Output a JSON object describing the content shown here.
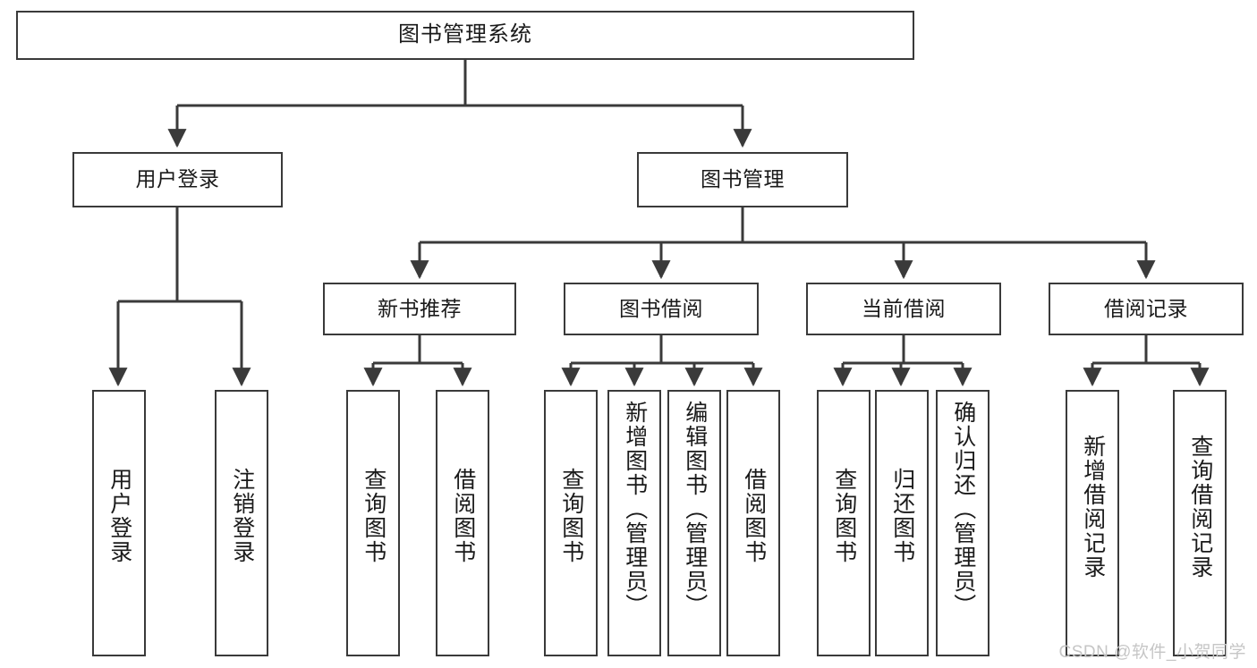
{
  "diagram": {
    "title": "图书管理系统",
    "style": {
      "box_border_color": "#3a3a3a",
      "box_fill_color": "#ffffff",
      "line_color": "#3a3a3a",
      "text_color": "#1a1a1a",
      "watermark_color": "#c6c6c6",
      "background": "#ffffff"
    },
    "levels": {
      "level1": [
        "图书管理系统"
      ],
      "level2": [
        "用户登录",
        "图书管理"
      ],
      "level3": [
        "新书推荐",
        "图书借阅",
        "当前借阅",
        "借阅记录"
      ],
      "level4": [
        "用户登录",
        "注销登录",
        "查询图书",
        "借阅图书",
        "查询图书",
        "新增图书（管理员）",
        "编辑图书（管理员）",
        "借阅图书",
        "查询图书",
        "归还图书",
        "确认归还（管理员）",
        "新增借阅记录",
        "查询借阅记录"
      ]
    },
    "nodes": {
      "root": {
        "label": "图书管理系统"
      },
      "user_login": {
        "label": "用户登录"
      },
      "book_manage": {
        "label": "图书管理"
      },
      "new_book_rec": {
        "label": "新书推荐"
      },
      "book_borrow": {
        "label": "图书借阅"
      },
      "current_borrow": {
        "label": "当前借阅"
      },
      "borrow_record": {
        "label": "借阅记录"
      },
      "leaf_user_login": {
        "label": "用户登录"
      },
      "leaf_logout": {
        "label": "注销登录"
      },
      "leaf_query_book_1": {
        "label": "查询图书"
      },
      "leaf_borrow_book_1": {
        "label": "借阅图书"
      },
      "leaf_query_book_2": {
        "label": "查询图书"
      },
      "leaf_add_book": {
        "label": "新增图书（管理员）"
      },
      "leaf_edit_book": {
        "label": "编辑图书（管理员）"
      },
      "leaf_borrow_book_2": {
        "label": "借阅图书"
      },
      "leaf_query_book_3": {
        "label": "查询图书"
      },
      "leaf_return_book": {
        "label": "归还图书"
      },
      "leaf_confirm_return": {
        "label": "确认归还（管理员）"
      },
      "leaf_add_record": {
        "label": "新增借阅记录"
      },
      "leaf_query_record": {
        "label": "查询借阅记录"
      }
    },
    "edges": [
      {
        "from": "图书管理系统",
        "to": "用户登录"
      },
      {
        "from": "图书管理系统",
        "to": "图书管理"
      },
      {
        "from": "用户登录",
        "to": "用户登录"
      },
      {
        "from": "用户登录",
        "to": "注销登录"
      },
      {
        "from": "图书管理",
        "to": "新书推荐"
      },
      {
        "from": "图书管理",
        "to": "图书借阅"
      },
      {
        "from": "图书管理",
        "to": "当前借阅"
      },
      {
        "from": "图书管理",
        "to": "借阅记录"
      },
      {
        "from": "新书推荐",
        "to": "查询图书"
      },
      {
        "from": "新书推荐",
        "to": "借阅图书"
      },
      {
        "from": "图书借阅",
        "to": "查询图书"
      },
      {
        "from": "图书借阅",
        "to": "新增图书（管理员）"
      },
      {
        "from": "图书借阅",
        "to": "编辑图书（管理员）"
      },
      {
        "from": "图书借阅",
        "to": "借阅图书"
      },
      {
        "from": "当前借阅",
        "to": "查询图书"
      },
      {
        "from": "当前借阅",
        "to": "归还图书"
      },
      {
        "from": "当前借阅",
        "to": "确认归还（管理员）"
      },
      {
        "from": "借阅记录",
        "to": "新增借阅记录"
      },
      {
        "from": "借阅记录",
        "to": "查询借阅记录"
      }
    ],
    "watermark": "CSDN @软件_小贺同学"
  }
}
